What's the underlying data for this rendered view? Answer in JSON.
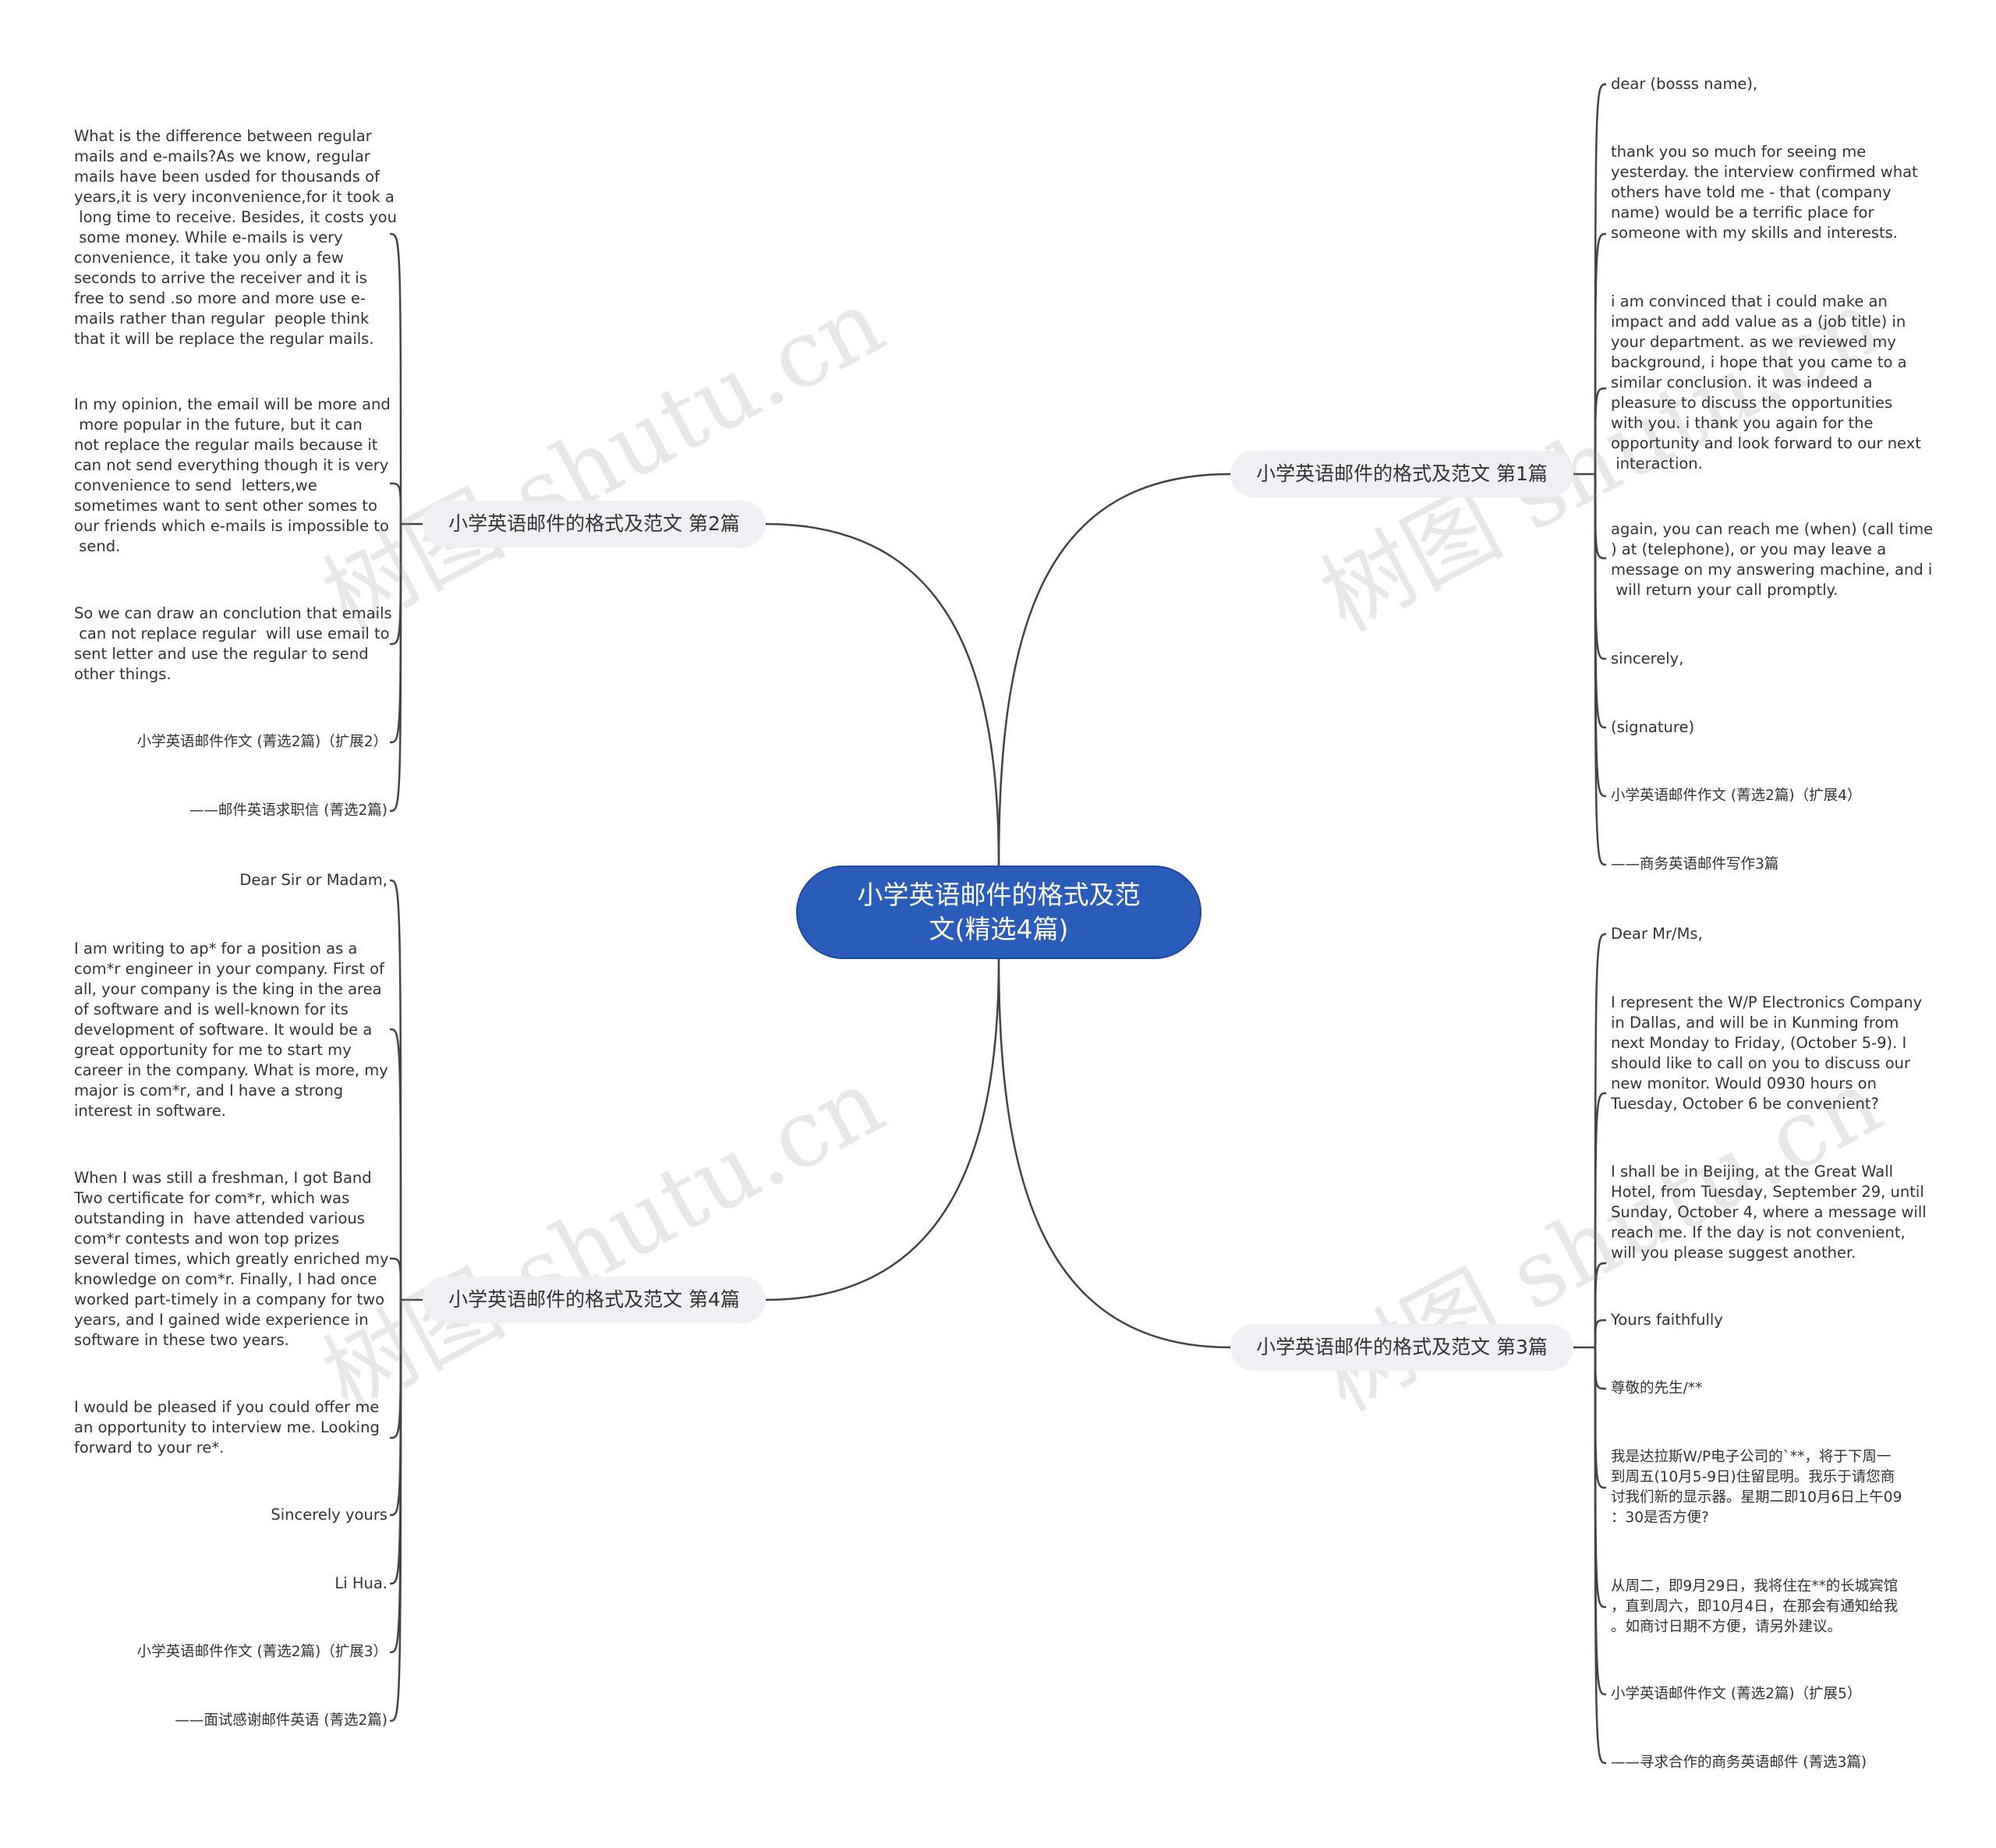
{
  "root": {
    "title": "小学英语邮件的格式及范\n文(精选4篇)"
  },
  "branches": {
    "b1": {
      "title": "小学英语邮件的格式及范文 第1篇",
      "items": [
        "dear (bosss name),",
        "thank you so much for seeing me\nyesterday. the interview confirmed what\nothers have told me - that (company\nname) would be a terrific place for\nsomeone with my skills and interests.",
        "i am convinced that i could make an\nimpact and add value as a (job title) in\nyour department. as we reviewed my\nbackground, i hope that you came to a\nsimilar conclusion. it was indeed a\npleasure to discuss the opportunities\nwith you. i thank you again for the\nopportunity and look forward to our next\n interaction.",
        "again, you can reach me (when) (call time\n) at (telephone), or you may leave a\nmessage on my answering machine, and i\n will return your call promptly.",
        "sincerely,",
        "(signature)",
        "小学英语邮件作文 (菁选2篇)（扩展4）",
        "——商务英语邮件写作3篇"
      ]
    },
    "b2": {
      "title": "小学英语邮件的格式及范文 第2篇",
      "items": [
        "What is the difference between regular\nmails and e-mails?As we know, regular\nmails have been usded for thousands of\nyears,it is very inconvenience,for it took a\n long time to receive. Besides, it costs you\n some money. While e-mails is very\nconvenience, it take you only a few\nseconds to arrive the receiver and it is\nfree to send .so more and more use e-\nmails rather than regular  people think\nthat it will be replace the regular mails.",
        "In my opinion, the email will be more and\n more popular in the future, but it can\nnot replace the regular mails because it\ncan not send everything though it is very\nconvenience to send  letters,we\nsometimes want to sent other somes to\nour friends which e-mails is impossible to\n send.",
        "So we can draw an conclution that emails\n can not replace regular  will use email to\nsent letter and use the regular to send\nother things.",
        "小学英语邮件作文 (菁选2篇)（扩展2）",
        "——邮件英语求职信 (菁选2篇)"
      ]
    },
    "b3": {
      "title": "小学英语邮件的格式及范文 第3篇",
      "items": [
        "Dear Mr/Ms,",
        "I represent the W/P Electronics Company\nin Dallas, and will be in Kunming from\nnext Monday to Friday, (October 5-9). I\nshould like to call on you to discuss our\nnew monitor. Would 0930 hours on\nTuesday, October 6 be convenient?",
        "I shall be in Beijing, at the Great Wall\nHotel, from Tuesday, September 29, until\nSunday, October 4, where a message will\nreach me. If the day is not convenient,\nwill you please suggest another.",
        "Yours faithfully",
        "尊敬的先生/**",
        "我是达拉斯W/P电子公司的`**，将于下周一\n到周五(10月5-9日)住留昆明。我乐于请您商\n讨我们新的显示器。星期二即10月6日上午09\n：30是否方便?",
        "从周二，即9月29日，我将住在**的长城宾馆\n，直到周六，即10月4日，在那会有通知给我\n。如商讨日期不方便，请另外建议。",
        "小学英语邮件作文 (菁选2篇)（扩展5）",
        "——寻求合作的商务英语邮件 (菁选3篇)"
      ]
    },
    "b4": {
      "title": "小学英语邮件的格式及范文 第4篇",
      "items": [
        "Dear Sir or Madam,",
        "I am writing to ap* for a position as a\ncom*r engineer in your company. First of\nall, your company is the king in the area\nof software and is well-known for its\ndevelopment of software. It would be a\ngreat opportunity for me to start my\ncareer in the company. What is more, my\nmajor is com*r, and I have a strong\ninterest in software.",
        "When I was still a freshman, I got Band\nTwo certificate for com*r, which was\noutstanding in  have attended various\ncom*r contests and won top prizes\nseveral times, which greatly enriched my\nknowledge on com*r. Finally, I had once\nworked part-timely in a company for two\nyears, and I gained wide experience in\nsoftware in these two years.",
        "I would be pleased if you could offer me\nan opportunity to interview me. Looking\nforward to your re*.",
        "Sincerely yours",
        "Li Hua.",
        "小学英语邮件作文 (菁选2篇)（扩展3）",
        "——面试感谢邮件英语 (菁选2篇)"
      ]
    }
  },
  "watermark": "树图 shutu.cn",
  "colors": {
    "root_fill": "#2a5cba",
    "branch_fill": "#eef0f3",
    "edge": "#444444"
  }
}
